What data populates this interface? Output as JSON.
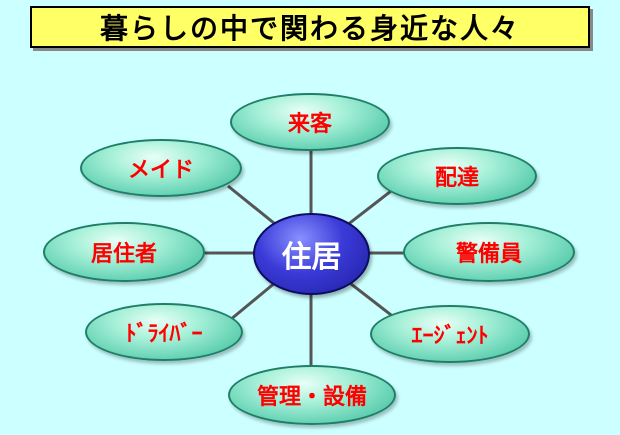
{
  "title": "暮らしの中で関わる身近な人々",
  "center": "住居",
  "nodes": {
    "top": "来客",
    "top_right": "配達",
    "right": "警備員",
    "bottom_right": "ｴｰｼﾞｪﾝﾄ",
    "bottom": "管理・設備",
    "bottom_left": "ﾄﾞﾗｲﾊﾞｰ",
    "left": "居住者",
    "top_left": "メイド"
  },
  "colors": {
    "background": "#ccffff",
    "title_box": "#ffff66",
    "node_fill": "#66d9b8",
    "node_text": "#ff0000",
    "center_fill": "#2b2bc8",
    "center_text": "#ffffff",
    "connector": "#555555"
  }
}
